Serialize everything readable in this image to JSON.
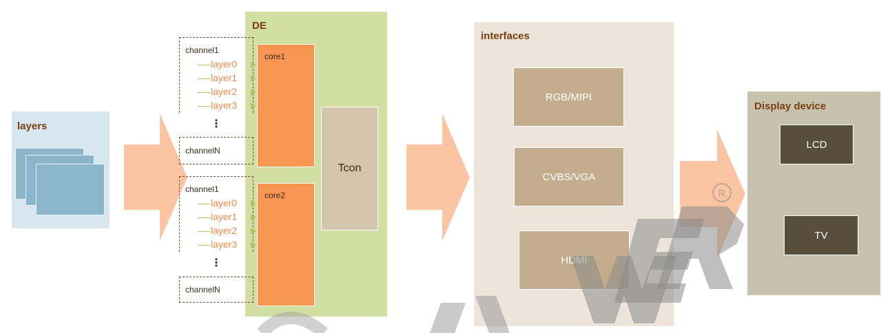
{
  "layers_panel": {
    "title": "layers"
  },
  "de_panel": {
    "title": "DE",
    "cores": [
      {
        "label": "core1"
      },
      {
        "label": "core2"
      }
    ],
    "tcon_label": "Tcon",
    "groups": [
      {
        "channel_top": "channel1",
        "layers": [
          "layer0",
          "layer1",
          "layer2",
          "layer3"
        ],
        "ellipsis": "⋮",
        "channel_bottom": "channelN"
      },
      {
        "channel_top": "channel1",
        "layers": [
          "layer0",
          "layer1",
          "layer2",
          "layer3"
        ],
        "ellipsis": "⋮",
        "channel_bottom": "channelN"
      }
    ]
  },
  "interfaces_panel": {
    "title": "interfaces",
    "items": [
      "RGB/MIPI",
      "CVBS/VGA",
      "HDMI"
    ]
  },
  "display_panel": {
    "title": "Display device",
    "items": [
      "LCD",
      "TV"
    ]
  },
  "colors": {
    "arrow": "#fbc5a3",
    "de_bg": "#d3dea3",
    "core": "#f79552",
    "interfaces_bg": "#ede4da",
    "display_bg": "#c8c2ad",
    "layers_bg": "#d8e6ef"
  }
}
